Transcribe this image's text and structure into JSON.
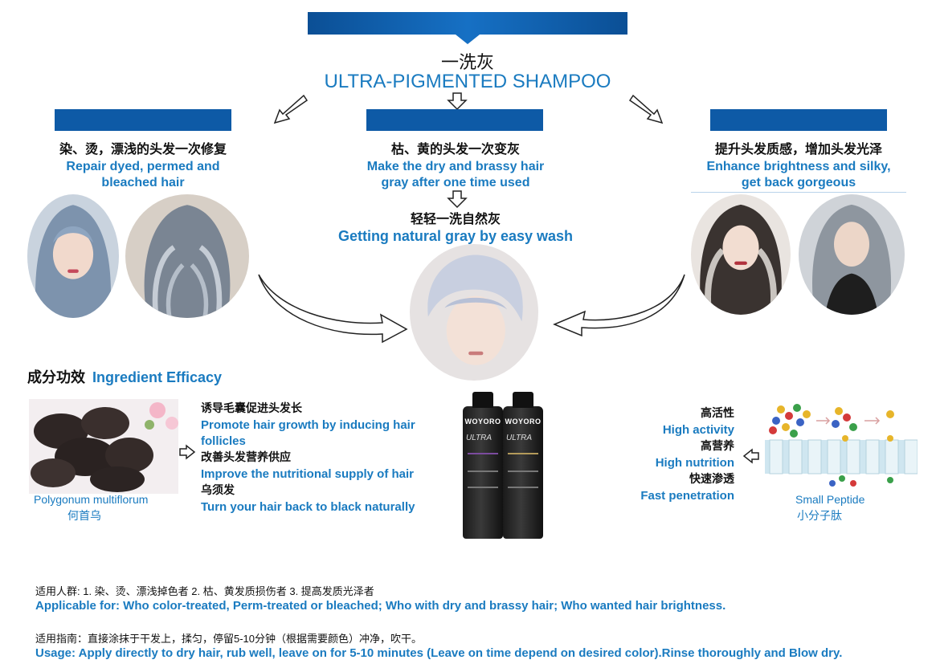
{
  "header": {
    "title_zh": "一洗灰",
    "title_en": "ULTRA-PIGMENTED SHAMPOO"
  },
  "columns": [
    {
      "zh": "染、烫，漂浅的头发一次修复",
      "en_1": "Repair dyed, permed and",
      "en_2": "bleached hair"
    },
    {
      "zh": "枯、黄的头发一次变灰",
      "en_1": "Make the dry and brassy hair",
      "en_2": "gray after one time used"
    },
    {
      "zh": "提升头发质感，增加头发光泽",
      "en_1": "Enhance brightness and silky,",
      "en_2": "get back gorgeous"
    }
  ],
  "center_result": {
    "zh": "轻轻一洗自然灰",
    "en": "Getting natural gray by easy wash"
  },
  "ingredient": {
    "heading_zh": "成分功效",
    "heading_en": "Ingredient Efficacy",
    "left_caption_en": "Polygonum multiflorum",
    "left_caption_zh": "何首乌",
    "effects": [
      {
        "zh": "诱导毛囊促进头发长",
        "en_1": "Promote hair growth by inducing hair",
        "en_2": "follicles"
      },
      {
        "zh": "改善头发营养供应",
        "en_1": "Improve the nutritional supply of hair"
      },
      {
        "zh": "乌须发",
        "en_1": "Turn your hair back to black naturally"
      }
    ],
    "right_effects": [
      {
        "zh": "高活性",
        "en": "High activity"
      },
      {
        "zh": "高营养",
        "en": "High nutrition"
      },
      {
        "zh": "快速渗透",
        "en": "Fast penetration"
      }
    ],
    "right_caption_en": "Small Peptide",
    "right_caption_zh": "小分子肽"
  },
  "bottles": [
    {
      "brand": "WOYORO",
      "line": "ULTRA"
    },
    {
      "brand": "WOYORO",
      "line": "ULTRA"
    }
  ],
  "applicable": {
    "zh": "适用人群: 1. 染、烫、漂浅掉色者  2. 枯、黄发质损伤者 3. 提高发质光泽者",
    "en": "Applicable for: Who color-treated, Perm-treated or bleached; Who with dry and brassy hair; Who wanted hair brightness."
  },
  "usage": {
    "zh": "适用指南：直接涂抹于干发上，揉匀，停留5-10分钟（根据需要颜色）冲净，吹干。",
    "en": "Usage: Apply directly to dry hair, rub well, leave on for 5-10 minutes (Leave on time depend on desired color).Rinse thoroughly and Blow dry."
  },
  "colors": {
    "bar_blue": "#0e5aa6",
    "text_blue": "#1a7bc0"
  }
}
